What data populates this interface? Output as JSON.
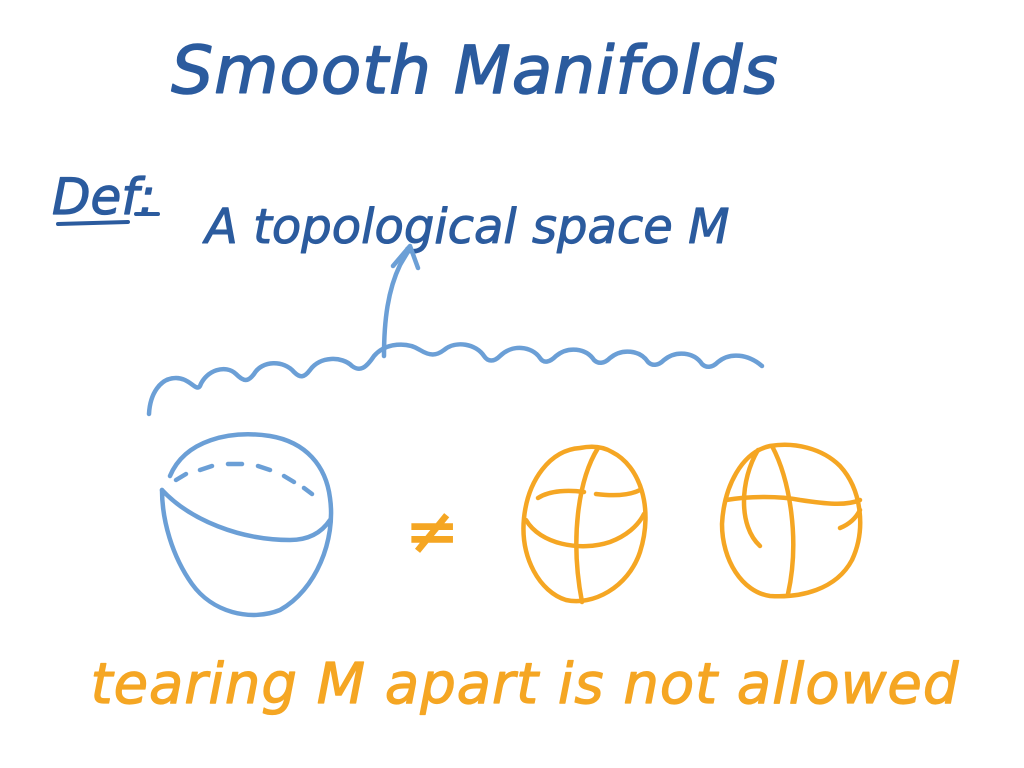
{
  "colors": {
    "dark_blue": "#2b5b9e",
    "light_blue": "#6b9fd6",
    "orange": "#f5a623"
  },
  "title": "Smooth Manifolds",
  "definition": {
    "label": "Def:",
    "text": "A topological space M"
  },
  "comparison": {
    "symbol": "≠"
  },
  "caption": "tearing M apart is not allowed"
}
